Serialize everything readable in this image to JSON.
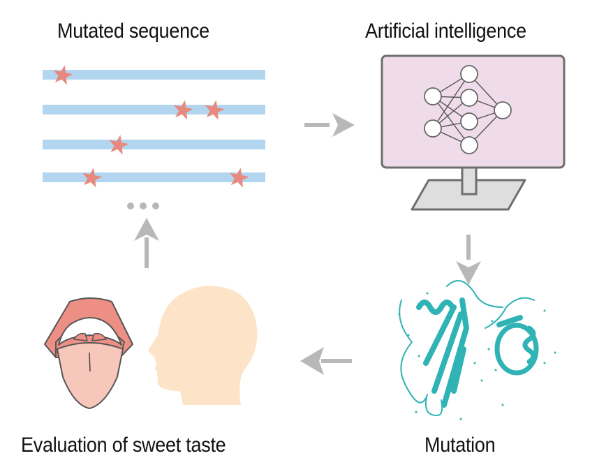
{
  "title": "Iterative sweet protein design workflow",
  "stages": {
    "mutated_sequence": {
      "label": "Mutated sequence",
      "continuation": "..."
    },
    "artificial_intelligence": {
      "label": "Artificial intelligence"
    },
    "mutation": {
      "label": "Mutation"
    },
    "evaluation": {
      "label": "Evaluation of sweet taste"
    }
  },
  "sequences": [
    {
      "mutation_positions": [
        0.09
      ]
    },
    {
      "mutation_positions": [
        0.63,
        0.77
      ]
    },
    {
      "mutation_positions": [
        0.34
      ]
    },
    {
      "mutation_positions": [
        0.22,
        0.88
      ]
    }
  ],
  "flow": [
    "mutated_sequence",
    "artificial_intelligence",
    "mutation",
    "evaluation",
    "mutated_sequence"
  ],
  "colors": {
    "sequence_bar": "#b3d6f0",
    "mutation_star": "#e8897f",
    "arrow": "#b8b8b8",
    "screen": "#efdbe9",
    "monitor_frame": "#6e6e6e",
    "stand": "#dedede",
    "protein": "#2fb3b5",
    "lips": "#ee8f86",
    "tongue": "#f7c7bb",
    "head": "#fde3c8"
  }
}
